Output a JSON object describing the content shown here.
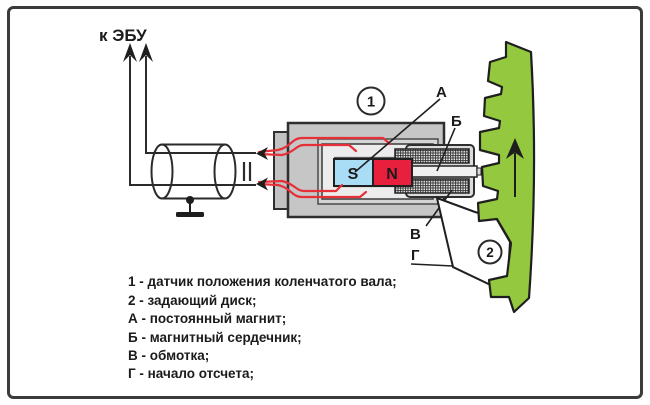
{
  "diagram": {
    "ecu_label": "к ЭБУ",
    "magnet": {
      "south": "S",
      "north": "N"
    },
    "callouts": {
      "sensor": "1",
      "disk": "2",
      "magnet": "А",
      "core": "Б",
      "winding": "В",
      "origin": "Г"
    }
  },
  "legend": {
    "items": [
      "1 - датчик положения коленчатого вала;",
      "2 - задающий диск;",
      "А - постоянный магнит;",
      "Б - магнитный сердечник;",
      "В - обмотка;",
      "Г - начало отсчета;"
    ]
  },
  "colors": {
    "disk_green": "#93C83F",
    "magnet_north": "#E8203E",
    "magnet_south": "#A9DCF5",
    "coil_wire": "#E5303A",
    "sensor_body": "#C6C6C6",
    "outline": "#2B2B2B"
  }
}
